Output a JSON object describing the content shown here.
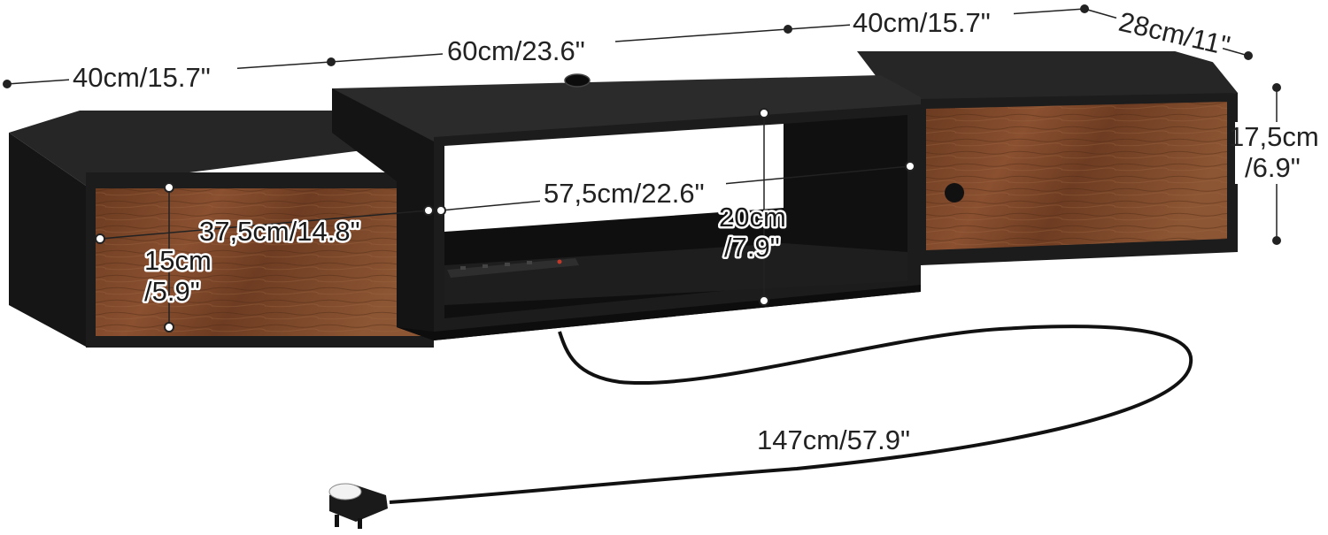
{
  "dimensions": {
    "left_width": "40cm/15.7\"",
    "center_width": "60cm/23.6\"",
    "right_width": "40cm/15.7\"",
    "depth": "28cm/11\"",
    "side_height_cm": "17,5cm",
    "side_height_in": "/6.9\"",
    "inner_width": "57,5cm/22.6\"",
    "drawer_width": "37,5cm/14.8\"",
    "drawer_height_cm": "15cm",
    "drawer_height_in": "/5.9\"",
    "inner_height_cm": "20cm",
    "inner_height_in": "/7.9\"",
    "cable_length": "147cm/57.9\""
  },
  "colors": {
    "cabinet_black": "#1c1c1c",
    "cabinet_top": "#2b2b2b",
    "wood_brown": "#7a4426",
    "dimension_line": "#222222",
    "cable": "#111111"
  },
  "icons": {
    "cable_grommet": "cable-grommet-icon",
    "power_strip": "power-strip-icon",
    "plug": "uk-plug-icon",
    "drawer_knob": "drawer-knob-icon"
  }
}
